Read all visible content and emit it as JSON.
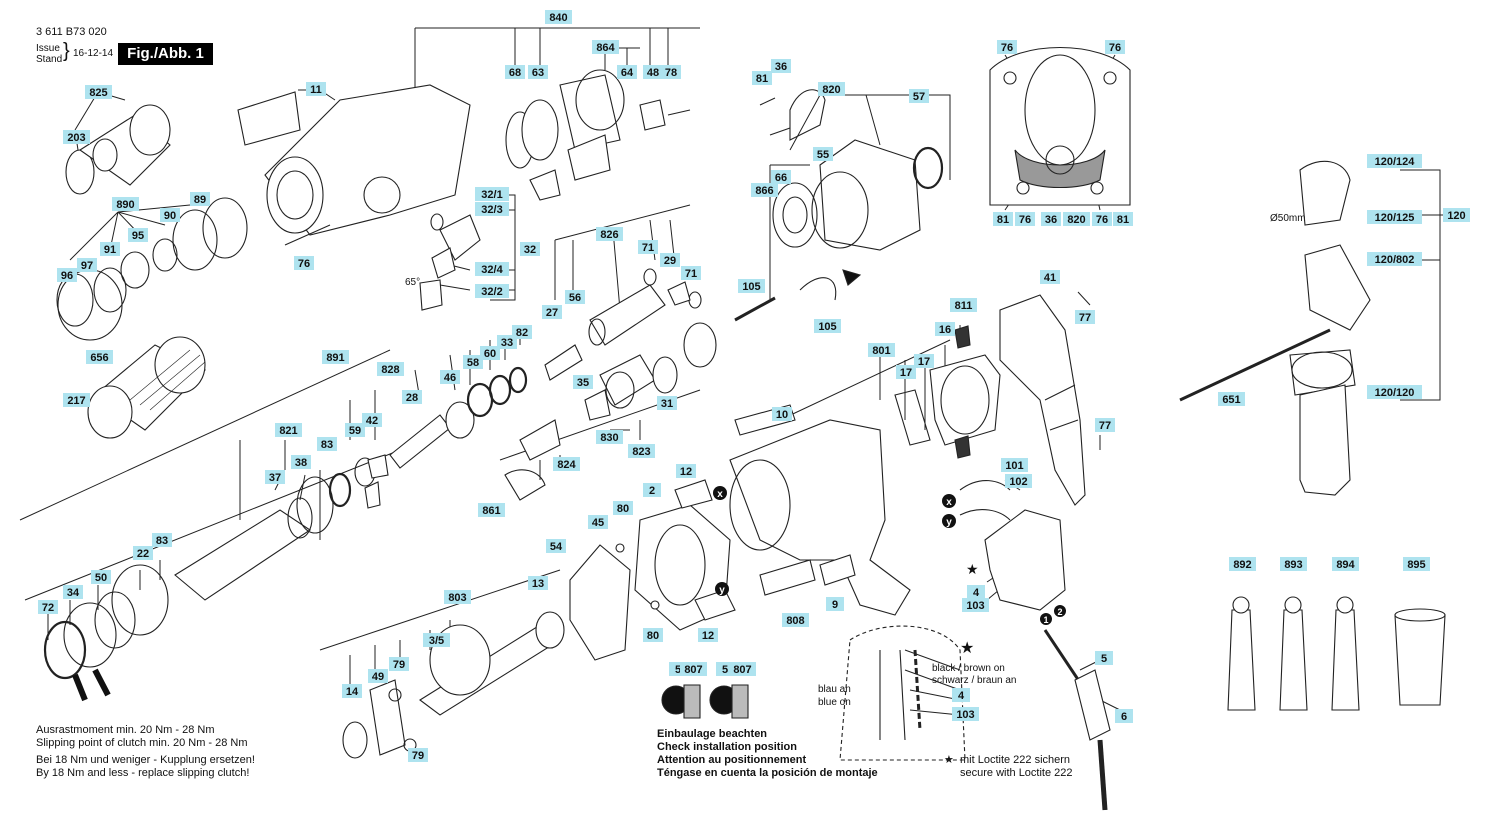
{
  "header": {
    "doc_number": "3 611 B73 020",
    "issue_en": "Issue",
    "issue_de": "Stand",
    "date": "16-12-14",
    "figure": "Fig./Abb. 1"
  },
  "notes": {
    "clutch_de": "Ausrastmoment min. 20 Nm - 28 Nm",
    "clutch_en": "Slipping point of clutch min. 20 Nm - 28 Nm",
    "replace_de": "Bei 18 Nm und weniger - Kupplung ersetzen!",
    "replace_en": "By 18 Nm and less - replace slipping clutch!",
    "install_de": "Einbaulage beachten",
    "install_en": "Check installation position",
    "install_fr": "Attention au positionnement",
    "install_es": "Téngase en cuenta la posición de montaje",
    "loctite_de": "mit Loctite 222 sichern",
    "loctite_en": "secure with Loctite 222",
    "wire_black": "black / brown on",
    "wire_schwarz": "schwarz / braun an",
    "wire_blau": "blau an",
    "wire_blue": "blue on",
    "wire_nums": [
      "1",
      "2"
    ],
    "angle": "65°",
    "diameter": "Ø50mm",
    "star_glyph": "★",
    "marker_x": "x",
    "marker_y": "y"
  },
  "part_labels": [
    {
      "id": "840",
      "label": "840"
    },
    {
      "id": "864",
      "label": "864"
    },
    {
      "id": "68",
      "label": "68"
    },
    {
      "id": "63",
      "label": "63"
    },
    {
      "id": "64",
      "label": "64"
    },
    {
      "id": "48",
      "label": "48"
    },
    {
      "id": "78",
      "label": "78"
    },
    {
      "id": "825",
      "label": "825"
    },
    {
      "id": "203",
      "label": "203"
    },
    {
      "id": "11",
      "label": "11"
    },
    {
      "id": "890",
      "label": "890"
    },
    {
      "id": "89",
      "label": "89"
    },
    {
      "id": "90",
      "label": "90"
    },
    {
      "id": "95",
      "label": "95"
    },
    {
      "id": "91",
      "label": "91"
    },
    {
      "id": "97",
      "label": "97"
    },
    {
      "id": "96",
      "label": "96"
    },
    {
      "id": "76a",
      "label": "76"
    },
    {
      "id": "32_1",
      "label": "32/1"
    },
    {
      "id": "32_3",
      "label": "32/3"
    },
    {
      "id": "32",
      "label": "32"
    },
    {
      "id": "32_4",
      "label": "32/4"
    },
    {
      "id": "32_2",
      "label": "32/2"
    },
    {
      "id": "36",
      "label": "36"
    },
    {
      "id": "81a",
      "label": "81"
    },
    {
      "id": "820",
      "label": "820"
    },
    {
      "id": "57",
      "label": "57"
    },
    {
      "id": "55",
      "label": "55"
    },
    {
      "id": "66",
      "label": "66"
    },
    {
      "id": "866",
      "label": "866"
    },
    {
      "id": "105a",
      "label": "105"
    },
    {
      "id": "105b",
      "label": "105"
    },
    {
      "id": "76b",
      "label": "76"
    },
    {
      "id": "76c",
      "label": "76"
    },
    {
      "id": "81b",
      "label": "81"
    },
    {
      "id": "76d",
      "label": "76"
    },
    {
      "id": "36b",
      "label": "36"
    },
    {
      "id": "820b",
      "label": "820"
    },
    {
      "id": "76e",
      "label": "76"
    },
    {
      "id": "81c",
      "label": "81"
    },
    {
      "id": "826",
      "label": "826"
    },
    {
      "id": "71a",
      "label": "71"
    },
    {
      "id": "29",
      "label": "29"
    },
    {
      "id": "71b",
      "label": "71"
    },
    {
      "id": "27",
      "label": "27"
    },
    {
      "id": "56",
      "label": "56"
    },
    {
      "id": "656",
      "label": "656"
    },
    {
      "id": "217",
      "label": "217"
    },
    {
      "id": "891",
      "label": "891"
    },
    {
      "id": "828",
      "label": "828"
    },
    {
      "id": "58",
      "label": "58"
    },
    {
      "id": "60",
      "label": "60"
    },
    {
      "id": "33",
      "label": "33"
    },
    {
      "id": "82",
      "label": "82"
    },
    {
      "id": "46",
      "label": "46"
    },
    {
      "id": "28",
      "label": "28"
    },
    {
      "id": "42",
      "label": "42"
    },
    {
      "id": "59",
      "label": "59"
    },
    {
      "id": "35",
      "label": "35"
    },
    {
      "id": "31",
      "label": "31"
    },
    {
      "id": "830",
      "label": "830"
    },
    {
      "id": "823",
      "label": "823"
    },
    {
      "id": "824",
      "label": "824"
    },
    {
      "id": "861",
      "label": "861"
    },
    {
      "id": "821",
      "label": "821"
    },
    {
      "id": "38",
      "label": "38"
    },
    {
      "id": "83a",
      "label": "83"
    },
    {
      "id": "37",
      "label": "37"
    },
    {
      "id": "83b",
      "label": "83"
    },
    {
      "id": "22",
      "label": "22"
    },
    {
      "id": "50",
      "label": "50"
    },
    {
      "id": "34",
      "label": "34"
    },
    {
      "id": "72",
      "label": "72"
    },
    {
      "id": "10",
      "label": "10"
    },
    {
      "id": "12a",
      "label": "12"
    },
    {
      "id": "2",
      "label": "2"
    },
    {
      "id": "80a",
      "label": "80"
    },
    {
      "id": "45",
      "label": "45"
    },
    {
      "id": "54",
      "label": "54"
    },
    {
      "id": "13",
      "label": "13"
    },
    {
      "id": "803",
      "label": "803"
    },
    {
      "id": "3_5",
      "label": "3/5"
    },
    {
      "id": "79a",
      "label": "79"
    },
    {
      "id": "49",
      "label": "49"
    },
    {
      "id": "14",
      "label": "14"
    },
    {
      "id": "79b",
      "label": "79"
    },
    {
      "id": "80b",
      "label": "80"
    },
    {
      "id": "12b",
      "label": "12"
    },
    {
      "id": "808",
      "label": "808"
    },
    {
      "id": "9",
      "label": "9"
    },
    {
      "id": "801",
      "label": "801"
    },
    {
      "id": "17a",
      "label": "17"
    },
    {
      "id": "17b",
      "label": "17"
    },
    {
      "id": "16",
      "label": "16"
    },
    {
      "id": "811",
      "label": "811"
    },
    {
      "id": "41",
      "label": "41"
    },
    {
      "id": "77a",
      "label": "77"
    },
    {
      "id": "77b",
      "label": "77"
    },
    {
      "id": "101",
      "label": "101"
    },
    {
      "id": "102",
      "label": "102"
    },
    {
      "id": "4a",
      "label": "4"
    },
    {
      "id": "103a",
      "label": "103"
    },
    {
      "id": "5a",
      "label": "5"
    },
    {
      "id": "6",
      "label": "6"
    },
    {
      "id": "120_124",
      "label": "120/124"
    },
    {
      "id": "120_125",
      "label": "120/125"
    },
    {
      "id": "120",
      "label": "120"
    },
    {
      "id": "120_802",
      "label": "120/802"
    },
    {
      "id": "651",
      "label": "651"
    },
    {
      "id": "120_120",
      "label": "120/120"
    },
    {
      "id": "892",
      "label": "892"
    },
    {
      "id": "893",
      "label": "893"
    },
    {
      "id": "894",
      "label": "894"
    },
    {
      "id": "895",
      "label": "895"
    },
    {
      "id": "5b",
      "label": "5"
    },
    {
      "id": "807a",
      "label": "807"
    },
    {
      "id": "5c",
      "label": "5"
    },
    {
      "id": "807b",
      "label": "807"
    },
    {
      "id": "4b",
      "label": "4"
    },
    {
      "id": "103b",
      "label": "103"
    }
  ]
}
